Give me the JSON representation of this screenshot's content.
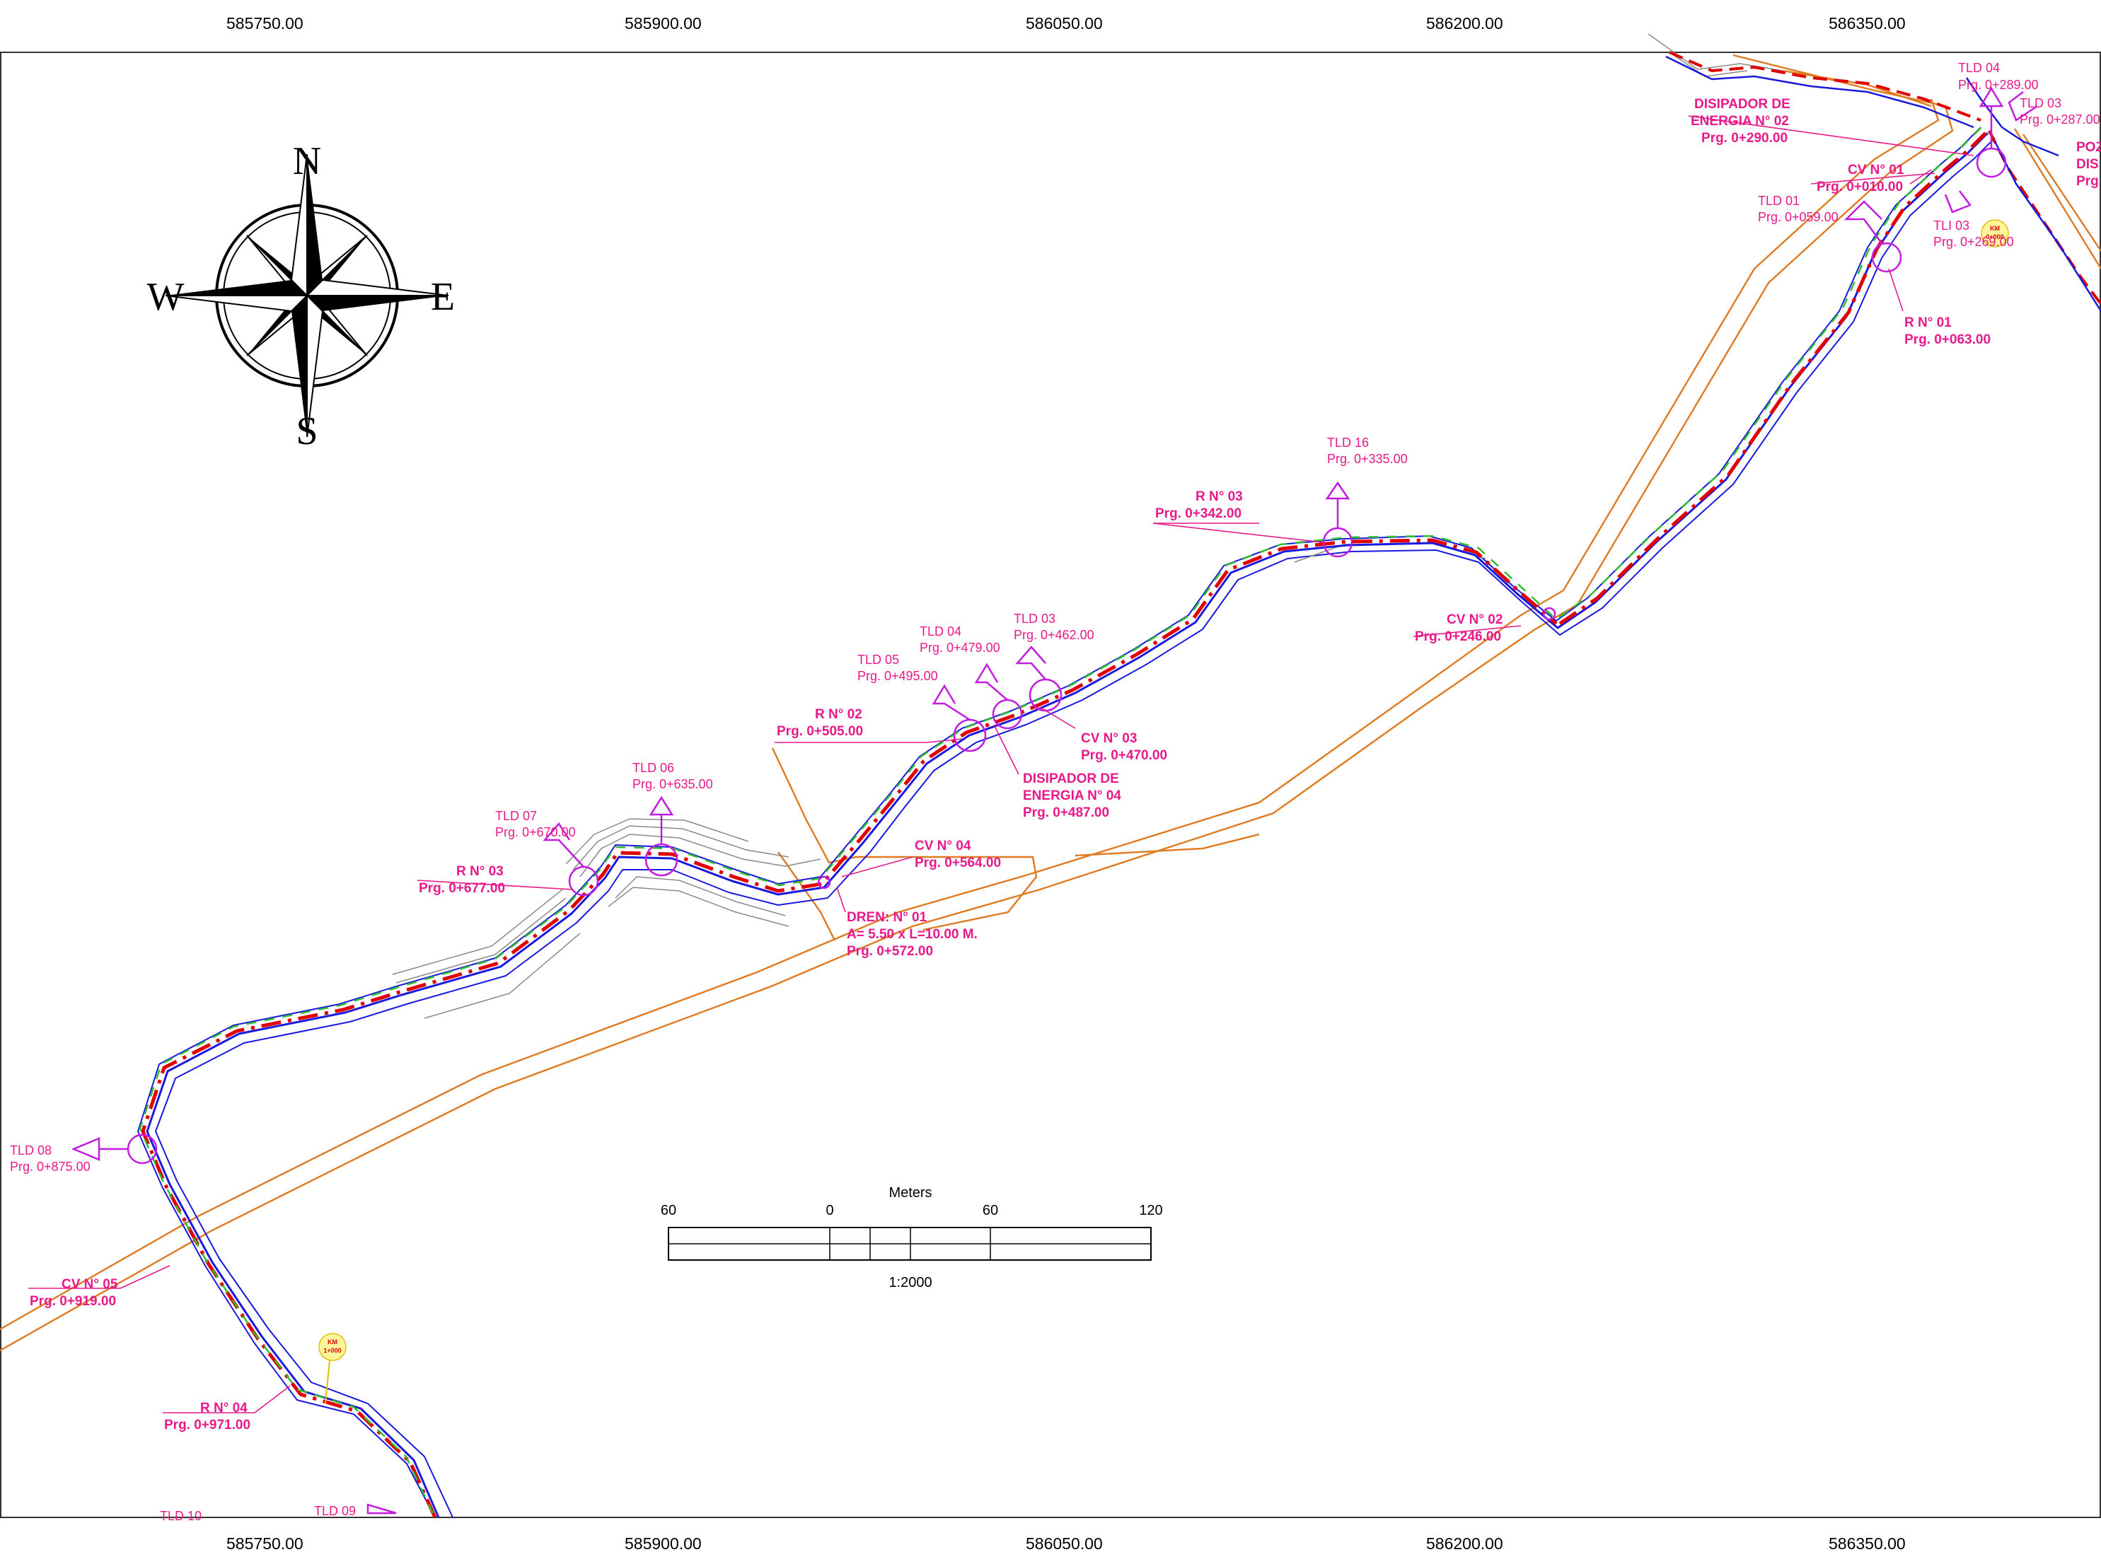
{
  "grid": {
    "top_coords": [
      "585750.00",
      "585900.00",
      "586050.00",
      "586200.00",
      "586350.00"
    ],
    "bottom_coords": [
      "585750.00",
      "585900.00",
      "586050.00",
      "586200.00",
      "586350.00"
    ]
  },
  "compass": {
    "n": "N",
    "s": "S",
    "e": "E",
    "w": "W"
  },
  "scale_bar": {
    "title": "Meters",
    "ticks": [
      "60",
      "0",
      "60",
      "120"
    ],
    "ratio": "1:2000"
  },
  "colors": {
    "label": "#e8198a",
    "callout": "#c21ce0",
    "canal": "#e00000",
    "road": "#e07a20",
    "contour": "#1a1adf"
  },
  "labels": {
    "tld04_top": [
      "TLD 04",
      "Prg. 0+289.00"
    ],
    "tld03_top": [
      "TLD 03",
      "Prg. 0+287.00"
    ],
    "disipador02": [
      "DISIPADOR DE",
      "ENERGIA  N° 02",
      "Prg. 0+290.00"
    ],
    "poz": [
      "POZ",
      "DIS",
      "Prg"
    ],
    "cv01": [
      "CV  N° 01",
      "Prg. 0+010.00"
    ],
    "tld01": [
      "TLD 01",
      "Prg. 0+059.00"
    ],
    "tld03b": [
      "TLI 03",
      "Prg. 0+269.00"
    ],
    "r01": [
      "R  N° 01",
      "Prg. 0+063.00"
    ],
    "tld16": [
      "TLD 16",
      "Prg. 0+335.00"
    ],
    "r03a": [
      "R  N° 03",
      "Prg. 0+342.00"
    ],
    "cv02": [
      "CV  N° 02",
      "Prg. 0+246.00"
    ],
    "tld04": [
      "TLD 04",
      "Prg. 0+479.00"
    ],
    "tld03": [
      "TLD 03",
      "Prg. 0+462.00"
    ],
    "tld05": [
      "TLD 05",
      "Prg. 0+495.00"
    ],
    "r02": [
      "R  N° 02",
      "Prg. 0+505.00"
    ],
    "cv03": [
      "CV  N° 03",
      "Prg. 0+470.00"
    ],
    "disipador04": [
      "DISIPADOR DE",
      "ENERGIA  N° 04",
      "Prg. 0+487.00"
    ],
    "tld06": [
      "TLD 06",
      "Prg. 0+635.00"
    ],
    "tld07": [
      "TLD 07",
      "Prg. 0+670.00"
    ],
    "r03b": [
      "R  N° 03",
      "Prg. 0+677.00"
    ],
    "cv04": [
      "CV  N° 04",
      "Prg. 0+564.00"
    ],
    "dren01": [
      "DREN: N° 01",
      "A= 5.50 x L=10.00 M.",
      "Prg. 0+572.00"
    ],
    "tld08": [
      "TLD 08",
      "Prg. 0+875.00"
    ],
    "cv05": [
      "CV N° 05",
      "Prg. 0+919.00"
    ],
    "r04": [
      "R  N° 04",
      "Prg. 0+971.00"
    ],
    "tld09": [
      "TLD 09"
    ],
    "tld10": [
      "TLD 10"
    ],
    "km0": [
      "KM",
      "0+000"
    ],
    "km1": [
      "KM",
      "1+000"
    ]
  }
}
